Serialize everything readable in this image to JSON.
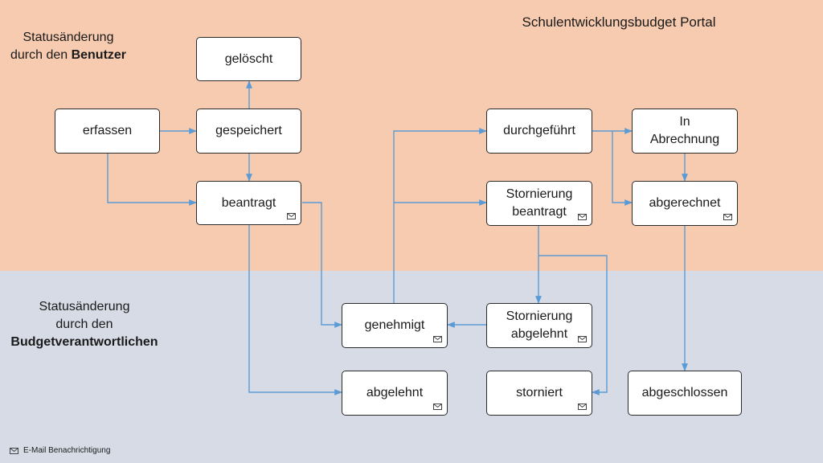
{
  "header": {
    "title": "Schulentwicklungsbudget Portal"
  },
  "sections": {
    "user": {
      "line1": "Statusänderung",
      "line2_prefix": "durch den ",
      "line2_bold": "Benutzer"
    },
    "owner": {
      "line1": "Statusänderung",
      "line2": "durch den",
      "line3_bold": "Budgetverantwortlichen"
    }
  },
  "nodes": {
    "geloescht": {
      "label": "gelöscht",
      "mail": false
    },
    "erfassen": {
      "label": "erfassen",
      "mail": false
    },
    "gespeichert": {
      "label": "gespeichert",
      "mail": false
    },
    "beantragt": {
      "label": "beantragt",
      "mail": true
    },
    "durchgefuehrt": {
      "label": "durchgeführt",
      "mail": false
    },
    "in_abrechnung": {
      "label": "In\nAbrechnung",
      "mail": false
    },
    "stornierung_beantragt": {
      "label": "Stornierung\nbeantragt",
      "mail": true
    },
    "abgerechnet": {
      "label": "abgerechnet",
      "mail": true
    },
    "genehmigt": {
      "label": "genehmigt",
      "mail": true
    },
    "stornierung_abgelehnt": {
      "label": "Stornierung\nabgelehnt",
      "mail": true
    },
    "abgelehnt": {
      "label": "abgelehnt",
      "mail": true
    },
    "storniert": {
      "label": "storniert",
      "mail": true
    },
    "abgeschlossen": {
      "label": "abgeschlossen",
      "mail": false
    }
  },
  "legend": {
    "label": "E-Mail Benachrichtigung",
    "icon": "mail-icon"
  },
  "colors": {
    "top_band": "#f7cbb0",
    "bottom_band": "#d6dbe5",
    "arrow": "#5b9bd5"
  }
}
